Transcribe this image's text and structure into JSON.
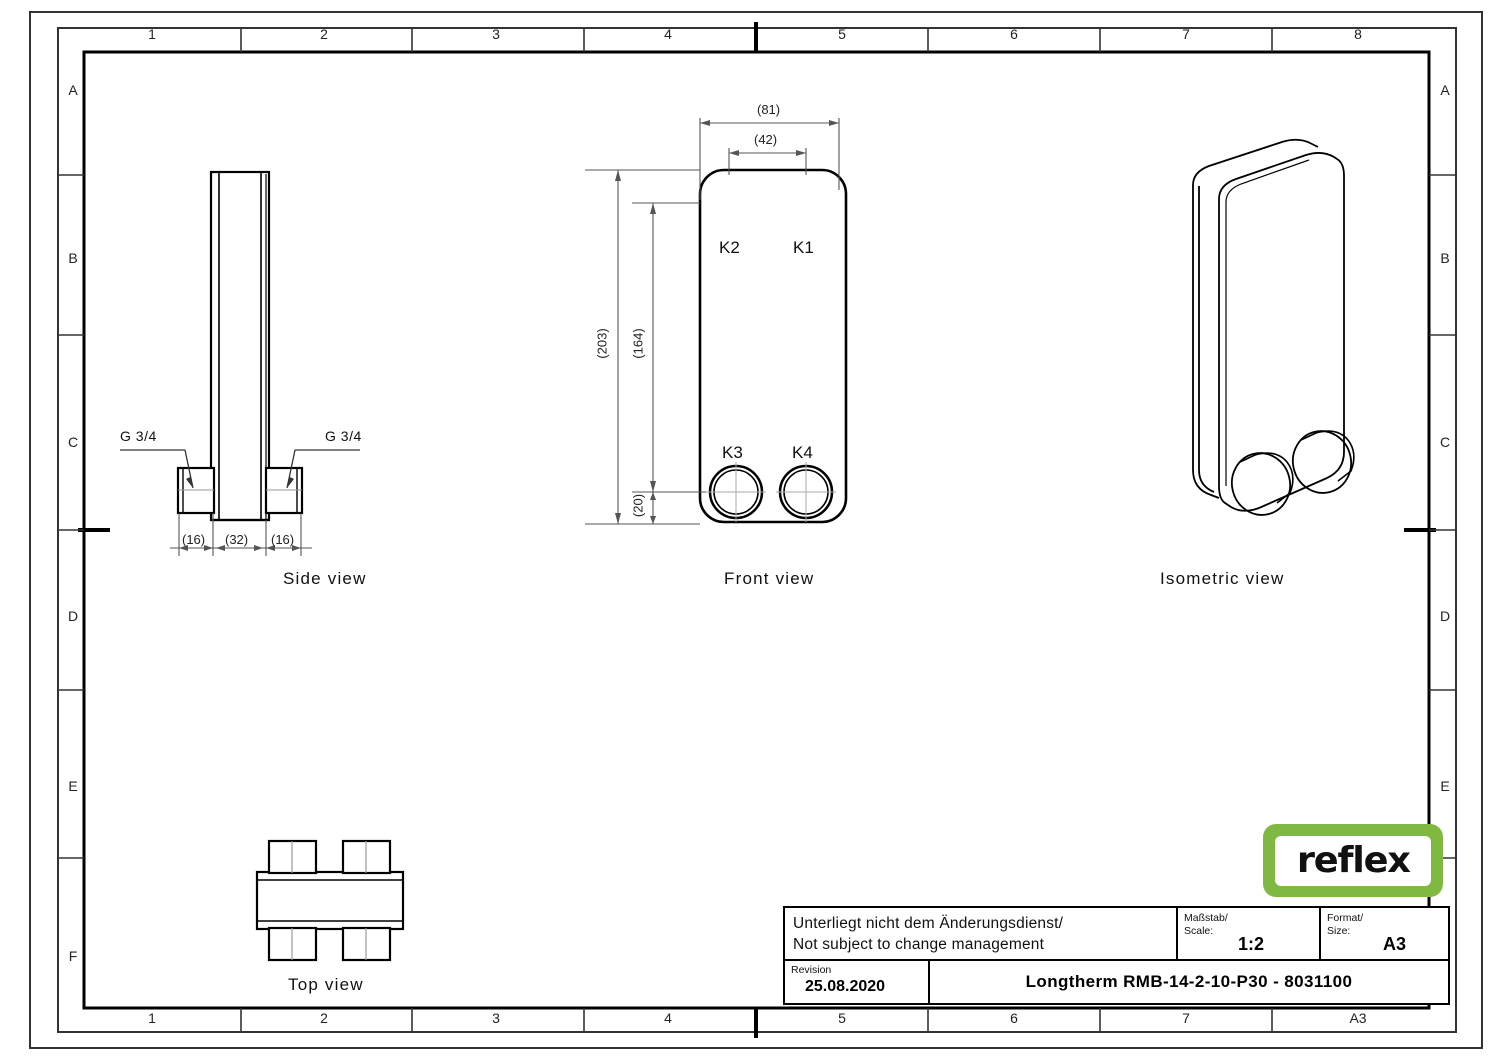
{
  "sheet": {
    "format": "A3",
    "zone_columns": [
      "1",
      "2",
      "3",
      "4",
      "5",
      "6",
      "7",
      "8"
    ],
    "zone_rows": [
      "A",
      "B",
      "C",
      "D",
      "E",
      "F"
    ],
    "bottom_right_zone": "A3"
  },
  "views": {
    "side": {
      "title": "Side view",
      "thread_left": "G 3/4",
      "thread_right": "G 3/4",
      "dims": [
        "(16)",
        "(32)",
        "(16)"
      ]
    },
    "front": {
      "title": "Front view",
      "ports": [
        "K2",
        "K1",
        "K3",
        "K4"
      ],
      "dim_width_outer": "(81)",
      "dim_width_inner": "(42)",
      "dim_height_outer": "(203)",
      "dim_height_inner": "(164)",
      "dim_height_bottom": "(20)"
    },
    "isometric": {
      "title": "Isometric view"
    },
    "top": {
      "title": "Top view"
    }
  },
  "titleblock": {
    "notice_de": "Unterliegt nicht dem Änderungsdienst/",
    "notice_en": "Not subject to change management",
    "scale_label_de": "Maßstab/",
    "scale_label_en": "Scale:",
    "scale_value": "1:2",
    "format_label_de": "Format/",
    "format_label_en": "Size:",
    "format_value": "A3",
    "revision_label": "Revision",
    "revision_value": "25.08.2020",
    "drawing_name": "Longtherm RMB-14-2-10-P30  -  8031100"
  },
  "logo": {
    "text": "reflex",
    "green": "#7fb942"
  }
}
